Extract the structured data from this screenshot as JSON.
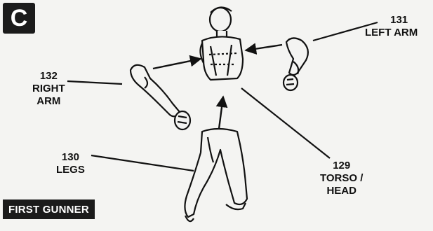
{
  "step": {
    "letter": "C"
  },
  "callouts": [
    {
      "number": "131",
      "label": "LEFT ARM"
    },
    {
      "number": "132",
      "label_lines": [
        "RIGHT",
        "ARM"
      ]
    },
    {
      "number": "130",
      "label": "LEGS"
    },
    {
      "number": "129",
      "label_lines": [
        "TORSO /",
        "HEAD"
      ]
    }
  ],
  "caption": "FIRST GUNNER",
  "colors": {
    "ink": "#111111",
    "paper": "#f4f4f2",
    "badge": "#1b1b1b",
    "badge_text": "#ffffff"
  },
  "icons": [
    "torso-head-part",
    "left-arm-part",
    "right-arm-part",
    "legs-part",
    "assembly-arrow"
  ]
}
